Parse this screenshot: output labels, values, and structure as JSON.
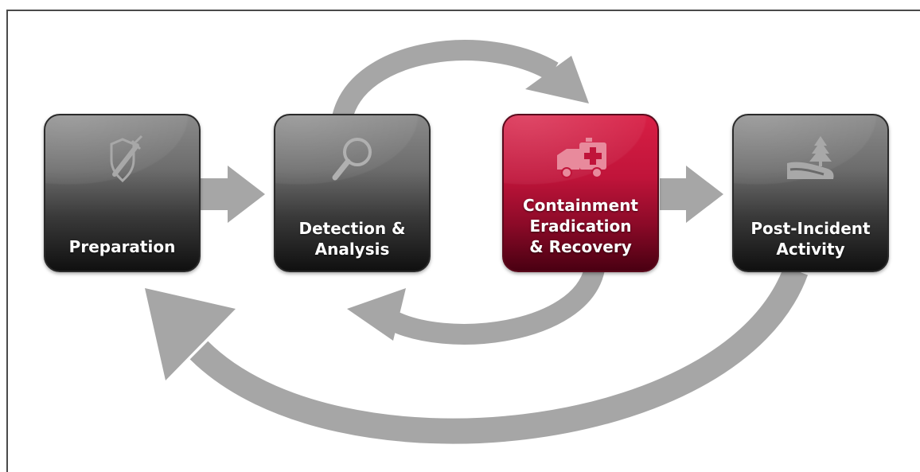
{
  "diagram": {
    "stages": [
      {
        "id": "preparation",
        "label_lines": [
          "Preparation"
        ],
        "icon": "shield-syringe-icon",
        "color": "#6e6e6e"
      },
      {
        "id": "detection",
        "label_lines": [
          "Detection &",
          "Analysis"
        ],
        "icon": "magnifier-icon",
        "color": "#6e6e6e"
      },
      {
        "id": "containment",
        "label_lines": [
          "Containment",
          "Eradication",
          "& Recovery"
        ],
        "icon": "ambulance-icon",
        "color": "#c8173d"
      },
      {
        "id": "post-incident",
        "label_lines": [
          "Post-Incident",
          "Activity"
        ],
        "icon": "tree-road-icon",
        "color": "#6e6e6e"
      }
    ],
    "arrow_color": "#a6a6a6"
  }
}
